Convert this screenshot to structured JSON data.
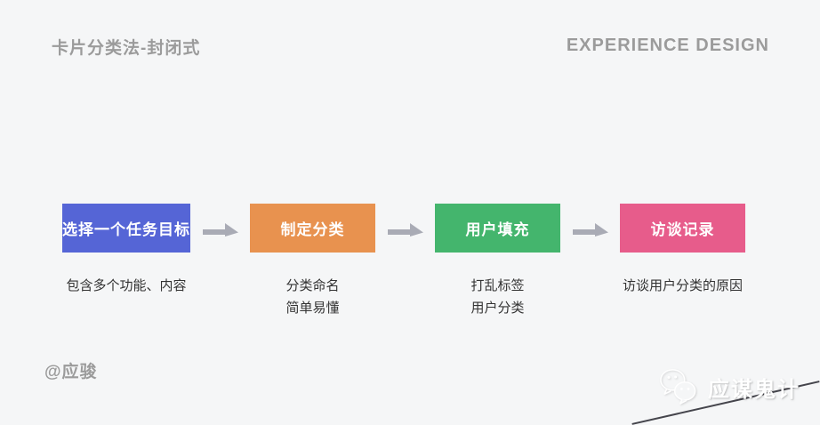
{
  "page": {
    "bg_color": "#f5f6f7",
    "heading_color": "#9b9b9b"
  },
  "header": {
    "title": "卡片分类法-封闭式",
    "brand": "EXPERIENCE DESIGN"
  },
  "flow": {
    "arrow_color": "#a9abb5",
    "arrow_icon": "right-arrow-icon",
    "steps": [
      {
        "label": "选择一个任务目标",
        "color": "#5565d6",
        "notes": [
          "包含多个功能、内容"
        ]
      },
      {
        "label": "制定分类",
        "color": "#e8924f",
        "notes": [
          "分类命名",
          "简单易懂"
        ]
      },
      {
        "label": "用户填充",
        "color": "#44b56d",
        "notes": [
          "打乱标签",
          "用户分类"
        ]
      },
      {
        "label": "访谈记录",
        "color": "#e75c8b",
        "notes": [
          "访谈用户分类的原因"
        ]
      }
    ]
  },
  "footer": {
    "author": "@应骏",
    "watermark_text": "应谋鬼计",
    "watermark_icon": "wechat-logo-icon"
  }
}
